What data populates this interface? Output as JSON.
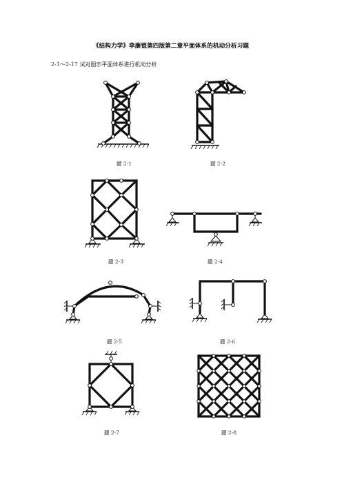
{
  "document": {
    "title": "《结构力学》李廉锟第四版第二章平面体系的机动分析习题",
    "intro": "2-1～2-17 试对图示平面体系进行机动分析"
  },
  "figures": [
    {
      "caption": "题 2-1",
      "icon": "tower-truss"
    },
    {
      "caption": "题 2-2",
      "icon": "crane-truss"
    },
    {
      "caption": "题 2-3",
      "icon": "diamond-frame"
    },
    {
      "caption": "题 2-4",
      "icon": "beam-frame"
    },
    {
      "caption": "题 2-5",
      "icon": "arch-frame"
    },
    {
      "caption": "题 2-6",
      "icon": "portal-frame"
    },
    {
      "caption": "题 2-7",
      "icon": "square-diamond-frame"
    },
    {
      "caption": "题 2-8",
      "icon": "lattice-frame"
    }
  ]
}
